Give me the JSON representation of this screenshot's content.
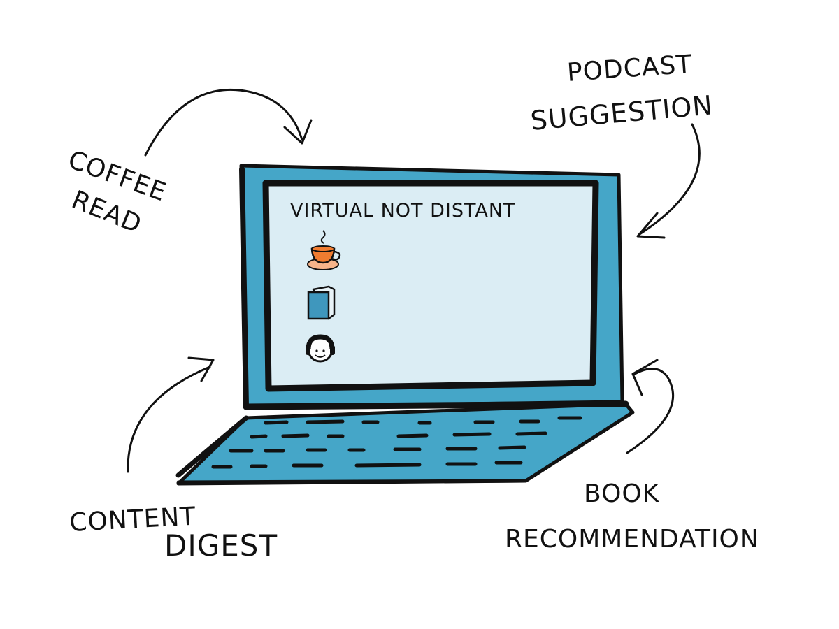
{
  "screen": {
    "title": "VIRTUAL NOT DISTANT",
    "items": [
      {
        "icon": "coffee-cup-icon"
      },
      {
        "icon": "book-icon"
      },
      {
        "icon": "headphones-person-icon"
      }
    ]
  },
  "annotations": {
    "coffee_read": {
      "line1": "COFFEE",
      "line2": "READ"
    },
    "podcast_suggestion": {
      "line1": "PODCAST",
      "line2": "SUGGESTION"
    },
    "content_digest": {
      "line1": "CONTENT",
      "line2": "DIGEST"
    },
    "book_recommendation": {
      "line1": "BOOK",
      "line2": "RECOMMENDATION"
    }
  },
  "colors": {
    "laptop_blue": "#45a6c8",
    "screen_light": "#dbedf4",
    "ink": "#111111",
    "coffee_orange": "#f07c30",
    "saucer_peach": "#f6b48a",
    "book_blue": "#3f97bd"
  }
}
